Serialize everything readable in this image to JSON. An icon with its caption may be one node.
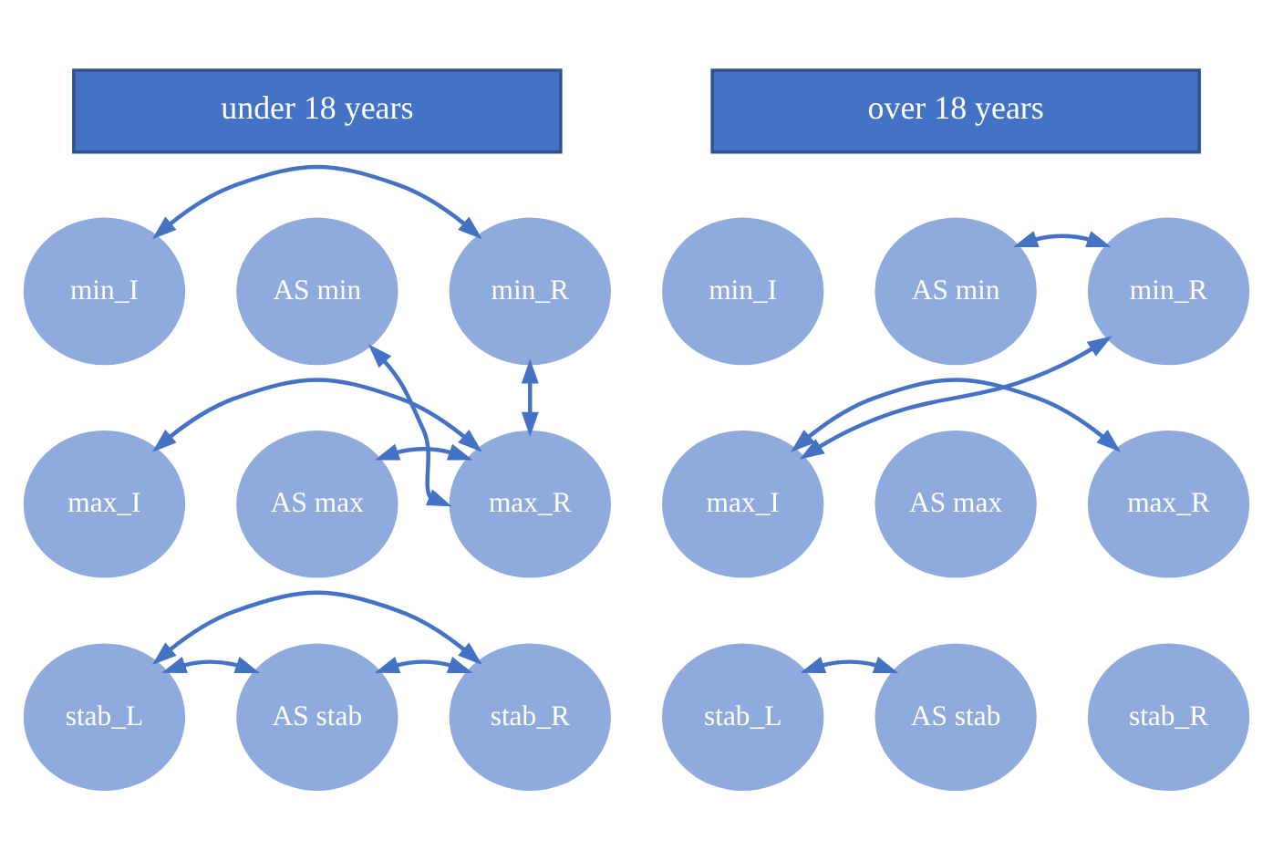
{
  "diagram": {
    "nodes": [
      {
        "text": [
          "under 18 years"
        ]
      },
      {
        "text": [
          "over 18 years"
        ]
      },
      {
        "text": [
          "min_I"
        ]
      },
      {
        "text": [
          "AS min"
        ]
      },
      {
        "text": [
          "min_R"
        ]
      },
      {
        "text": [
          "max_I"
        ]
      },
      {
        "text": [
          "AS max"
        ]
      },
      {
        "text": [
          "max_R"
        ]
      },
      {
        "text": [
          "stab_L"
        ]
      },
      {
        "text": [
          "AS stab"
        ]
      },
      {
        "text": [
          "stab_R"
        ]
      },
      {
        "text": [
          "min_I"
        ]
      },
      {
        "text": [
          "AS min"
        ]
      },
      {
        "text": [
          "min_R"
        ]
      },
      {
        "text": [
          "max_I"
        ]
      },
      {
        "text": [
          "AS max"
        ]
      },
      {
        "text": [
          "max_R"
        ]
      },
      {
        "text": [
          "stab_L"
        ]
      },
      {
        "text": [
          "AS stab"
        ]
      },
      {
        "text": [
          "stab_R"
        ]
      }
    ],
    "edges": [
      {
        "from": 2,
        "to": 4,
        "arrow": "both"
      },
      {
        "from": 3,
        "to": 7,
        "arrow": "both"
      },
      {
        "from": 4,
        "to": 7,
        "arrow": "both"
      },
      {
        "from": 5,
        "to": 7,
        "arrow": "both"
      },
      {
        "from": 6,
        "to": 7,
        "arrow": "both"
      },
      {
        "from": 8,
        "to": 10,
        "arrow": "both"
      },
      {
        "from": 8,
        "to": 9,
        "arrow": "both"
      },
      {
        "from": 9,
        "to": 10,
        "arrow": "both"
      },
      {
        "from": 12,
        "to": 13,
        "arrow": "both"
      },
      {
        "from": 13,
        "to": 14,
        "arrow": "both"
      },
      {
        "from": 14,
        "to": 16,
        "arrow": "both"
      },
      {
        "from": 17,
        "to": 18,
        "arrow": "both"
      }
    ]
  }
}
